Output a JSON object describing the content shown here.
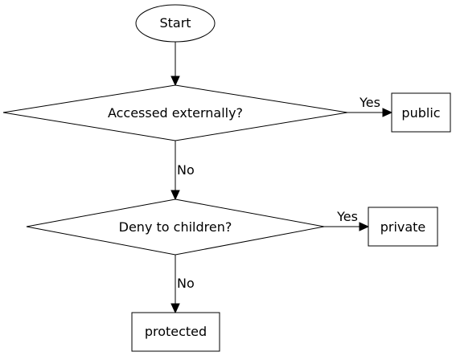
{
  "nodes": {
    "start": {
      "label": "Start",
      "shape": "ellipse"
    },
    "accessed_externally": {
      "label": "Accessed externally?",
      "shape": "diamond"
    },
    "public": {
      "label": "public",
      "shape": "box"
    },
    "deny_to_children": {
      "label": "Deny to children?",
      "shape": "diamond"
    },
    "private": {
      "label": "private",
      "shape": "box"
    },
    "protected": {
      "label": "protected",
      "shape": "box"
    }
  },
  "edges": [
    {
      "from": "start",
      "to": "accessed_externally",
      "label": ""
    },
    {
      "from": "accessed_externally",
      "to": "public",
      "label": "Yes"
    },
    {
      "from": "accessed_externally",
      "to": "deny_to_children",
      "label": "No"
    },
    {
      "from": "deny_to_children",
      "to": "private",
      "label": "Yes"
    },
    {
      "from": "deny_to_children",
      "to": "protected",
      "label": "No"
    }
  ],
  "colors": {
    "stroke": "#000000",
    "fill": "#ffffff",
    "background": "#ffffff"
  }
}
